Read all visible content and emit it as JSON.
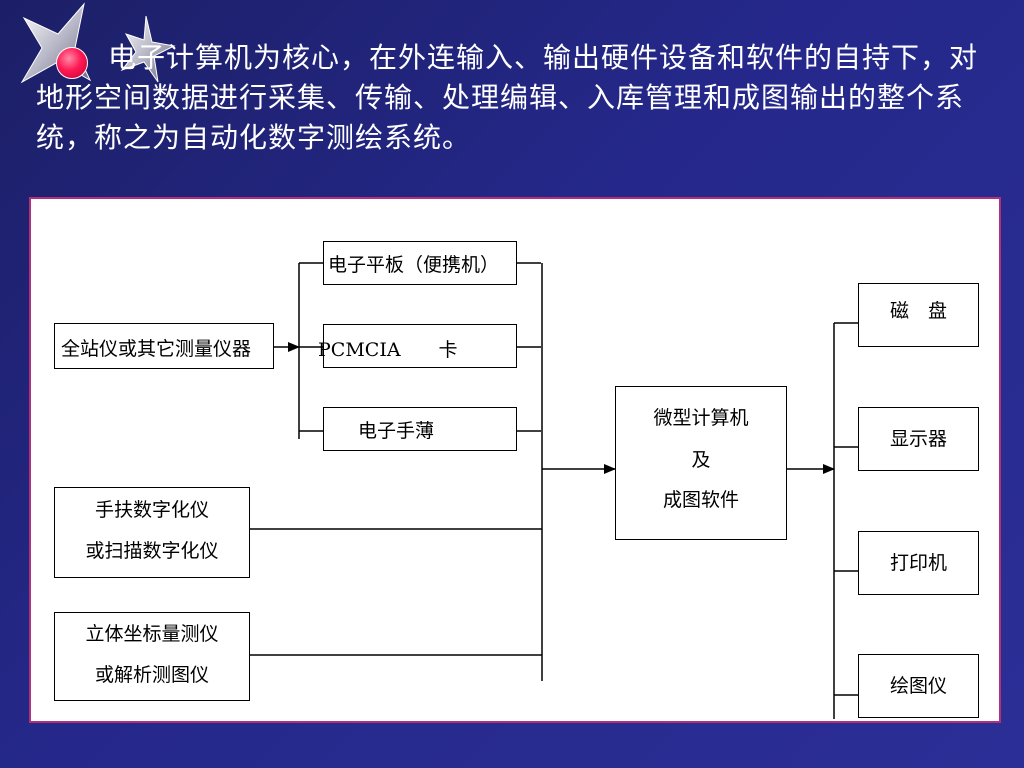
{
  "intro": {
    "text": "电子计算机为核心，在外连输入、输出硬件设备和软件的自持下，对地形空间数据进行采集、传输、处理编辑、入库管理和成图输出的整个系统，称之为自动化数字测绘系统。"
  },
  "diagram": {
    "survey_instruments": "全站仪或其它测量仪器",
    "tablet": "电子平板（便携机）",
    "pcmcia_card": "PCMCIA　　卡",
    "field_book": "电子手薄",
    "digitizer": [
      "手扶数字化仪",
      "或扫描数字化仪"
    ],
    "stereo_plotter": [
      "立体坐标量测仪",
      "或解析测图仪"
    ],
    "computer": [
      "微型计算机",
      "及",
      "成图软件"
    ],
    "disk": "磁　盘",
    "monitor": "显示器",
    "printer": "打印机",
    "plotter": "绘图仪"
  }
}
